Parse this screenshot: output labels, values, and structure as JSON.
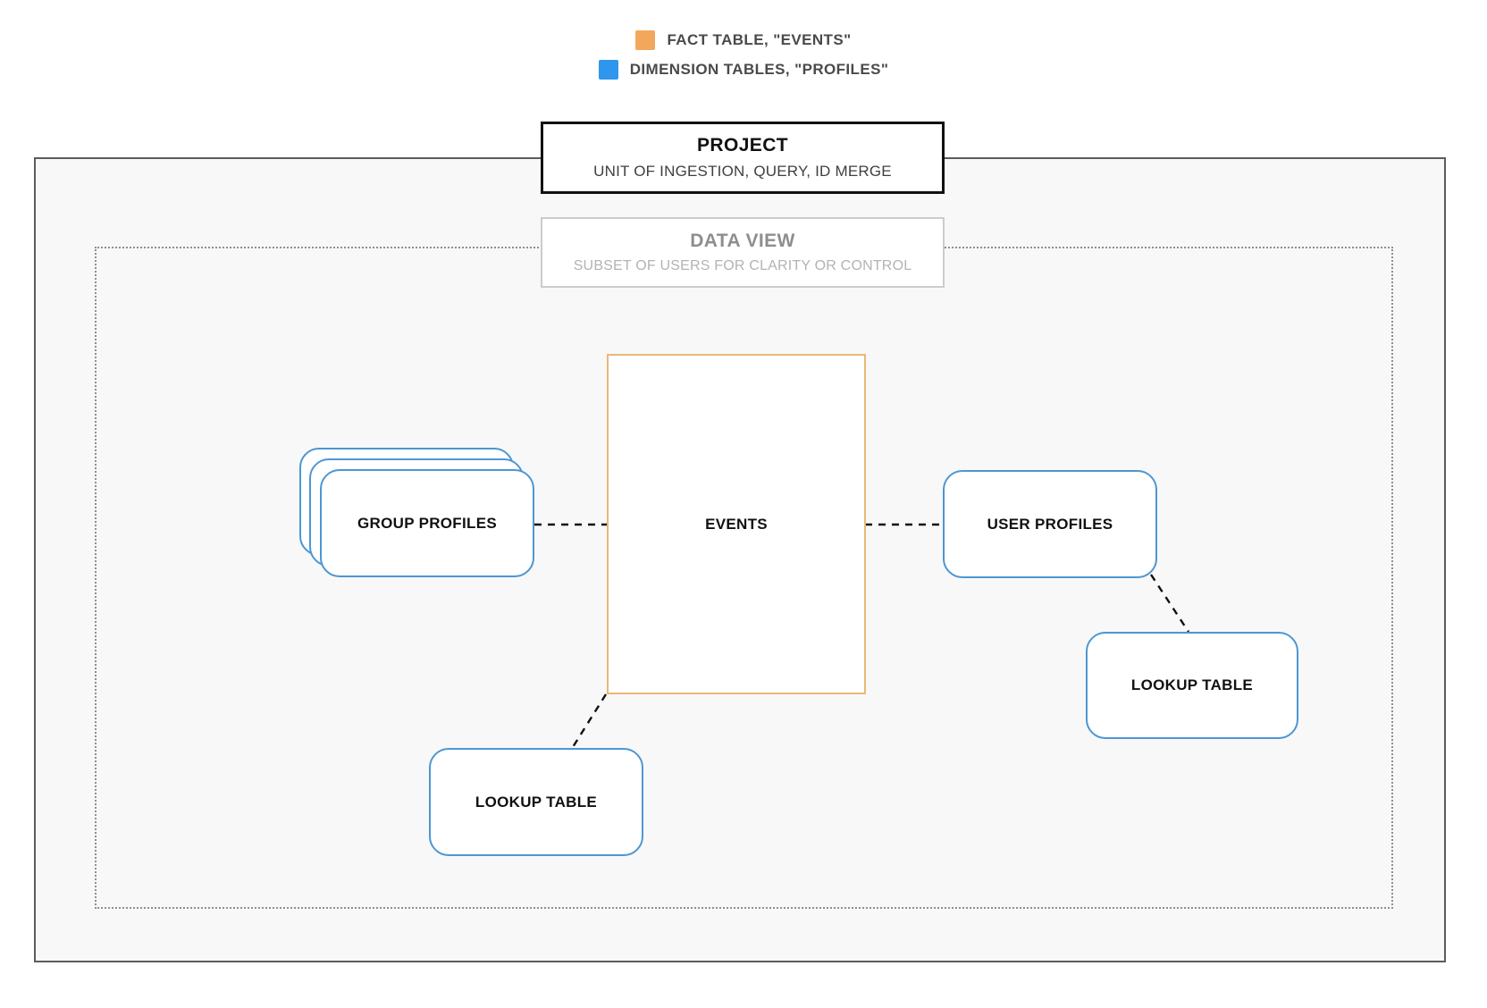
{
  "legend": {
    "items": [
      {
        "name": "fact-table-legend",
        "label": "FACT TABLE, \"EVENTS\"",
        "color": "#F2A85C"
      },
      {
        "name": "dimension-tables-legend",
        "label": "DIMENSION TABLES, \"PROFILES\"",
        "color": "#2F96EE"
      }
    ]
  },
  "project_box": {
    "title": "PROJECT",
    "subtitle": "UNIT OF INGESTION, QUERY, ID MERGE"
  },
  "data_view_box": {
    "title": "DATA VIEW",
    "subtitle": "SUBSET OF USERS FOR CLARITY OR CONTROL"
  },
  "nodes": {
    "events": {
      "label": "EVENTS",
      "type": "fact"
    },
    "group_profiles": {
      "label": "GROUP PROFILES",
      "type": "dimension",
      "stacked": true
    },
    "user_profiles": {
      "label": "USER PROFILES",
      "type": "dimension"
    },
    "lookup_table_bottom": {
      "label": "LOOKUP TABLE",
      "type": "dimension"
    },
    "lookup_table_right": {
      "label": "LOOKUP TABLE",
      "type": "dimension"
    }
  },
  "colors": {
    "fact_border": "#E9B878",
    "dimension_border": "#4D96D2",
    "legend_fact_swatch": "#F2A85C",
    "legend_dimension_swatch": "#2F96EE"
  }
}
